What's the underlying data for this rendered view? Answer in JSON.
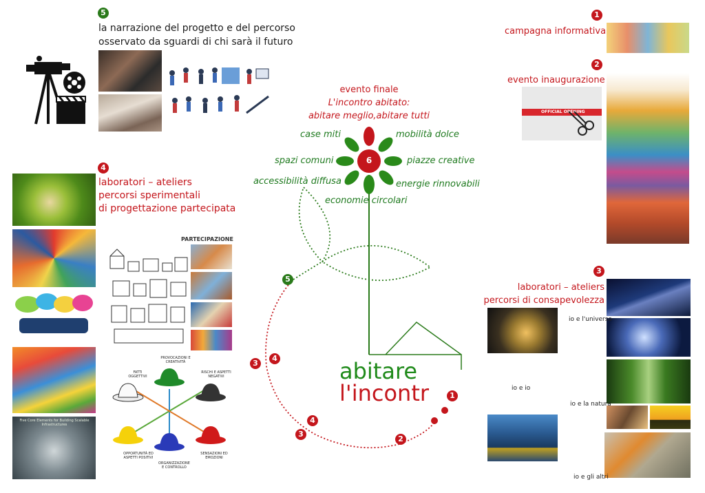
{
  "colors": {
    "red": "#c4161c",
    "green": "#2a7a1a"
  },
  "section5": {
    "num": "5",
    "line1": "la narrazione del progetto e del percorso",
    "line2": "osservato da sguardi di chi sarà il futuro"
  },
  "section1": {
    "num": "1",
    "label": "campagna informativa"
  },
  "section2": {
    "num": "2",
    "label": "evento inaugurazione",
    "ribbon": "OFFICIAL OPENING"
  },
  "section4": {
    "num": "4",
    "line1": "laboratori – ateliers",
    "line2": "percorsi sperimentali",
    "line3": "di progettazione partecipata"
  },
  "section3": {
    "num": "3",
    "line1": "laboratori – ateliers",
    "line2": "percorsi di consapevolezza"
  },
  "consapevolezza": {
    "universe": "io e l'universo",
    "self": "io e io",
    "nature": "io e la natura",
    "others": "io e gli altri"
  },
  "participation": {
    "title": "PARTECIPAZIONE"
  },
  "hats": {
    "white": "FATTI OGGETTIVI",
    "green": "PROVOCAZIONI E CREATIVITÀ",
    "black": "RISCHI E ASPETTI NEGATIVI",
    "yellow": "OPPORTUNITÀ ED ASPETTI POSITIVI",
    "blue": "ORGANIZZAZIONE E CONTROLLO",
    "red": "SENSAZIONI ED EMOZIONI"
  },
  "infra": {
    "title": "Five Core Elements for Building Scalable Infrastructures"
  },
  "finale": {
    "line1": "evento finale",
    "line2": "L'incontro abitato:",
    "line3": "abitare meglio,abitare tutti"
  },
  "flower": {
    "center": "6",
    "petals": [
      "case miti",
      "mobilità dolce",
      "spazi comuni",
      "piazze creative",
      "accessibilità diffusa",
      "energie rinnovabili",
      "economie circolari"
    ]
  },
  "logo": {
    "line1": "abitare",
    "line2": "l'incontr"
  },
  "path_numbers": [
    "5",
    "3",
    "4",
    "4",
    "3",
    "2",
    "1"
  ]
}
